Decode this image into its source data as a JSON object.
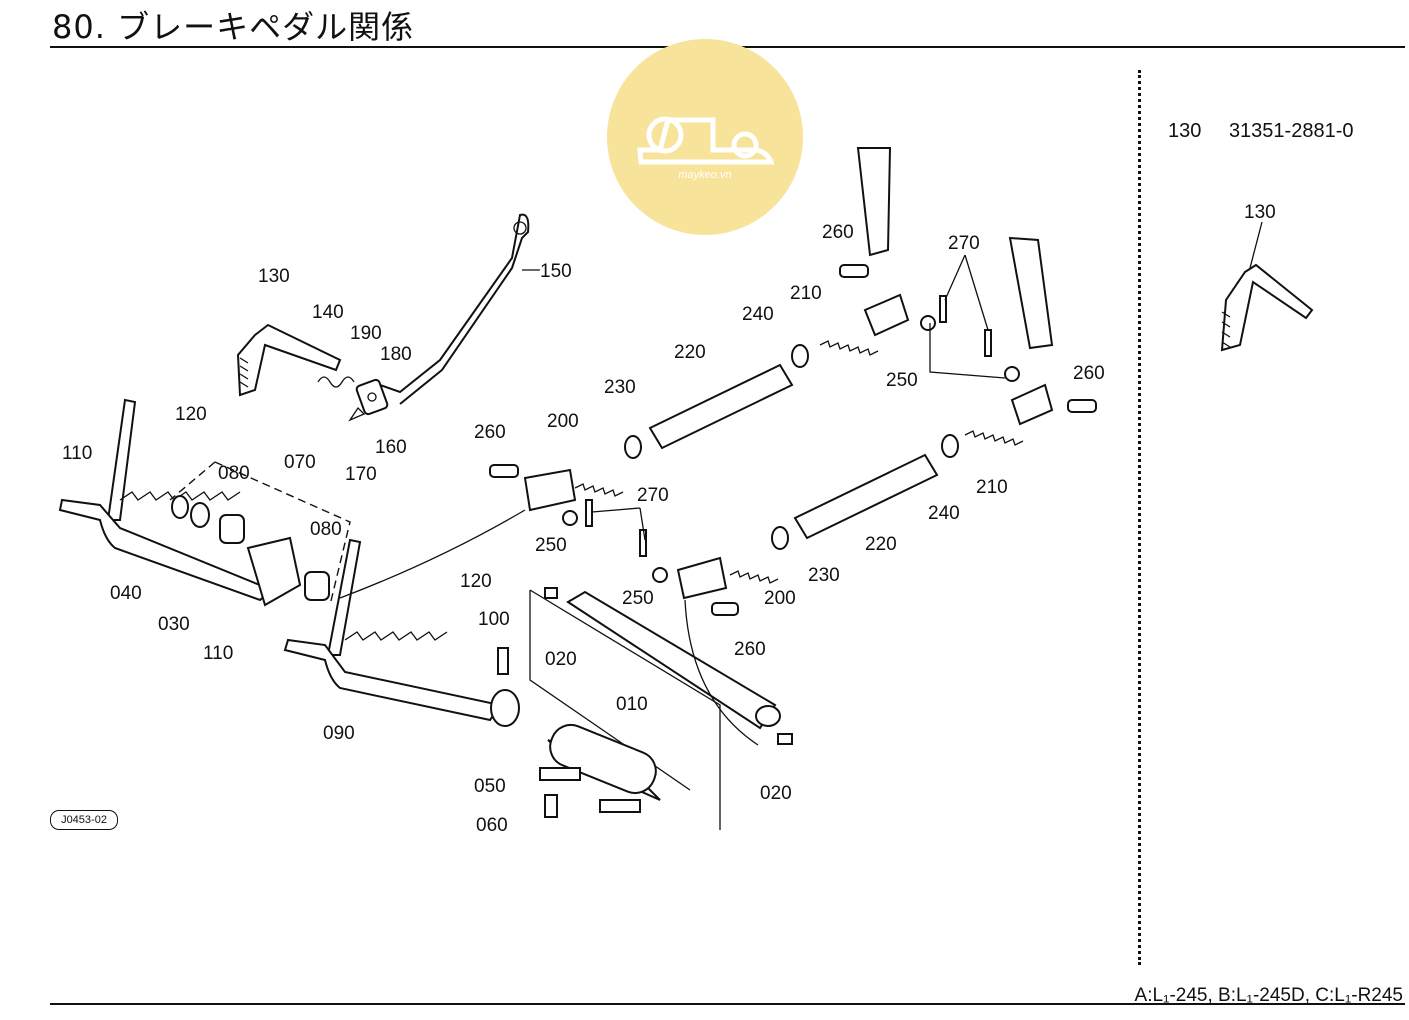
{
  "header": {
    "title": "80. ブレーキペダル関係"
  },
  "footer": {
    "models": "A:L₁-245, B:L₁-245D, C:L₁-R245"
  },
  "side_panel": {
    "part_label": "130",
    "part_number": "31351-2881-0",
    "detail_label": "130"
  },
  "watermark": {
    "text": "maykeo.vn",
    "color": "#f7e08a"
  },
  "diagram_code": "J0453-02",
  "callouts": [
    "150",
    "130",
    "140",
    "190",
    "180",
    "160",
    "170",
    "120",
    "110",
    "080",
    "070",
    "040",
    "030",
    "080",
    "120",
    "110",
    "100",
    "090",
    "050",
    "060",
    "020",
    "010",
    "020",
    "260",
    "200",
    "230",
    "220",
    "240",
    "210",
    "260",
    "270",
    "250",
    "260",
    "210",
    "240",
    "220",
    "230",
    "200",
    "250",
    "270",
    "250",
    "260"
  ]
}
